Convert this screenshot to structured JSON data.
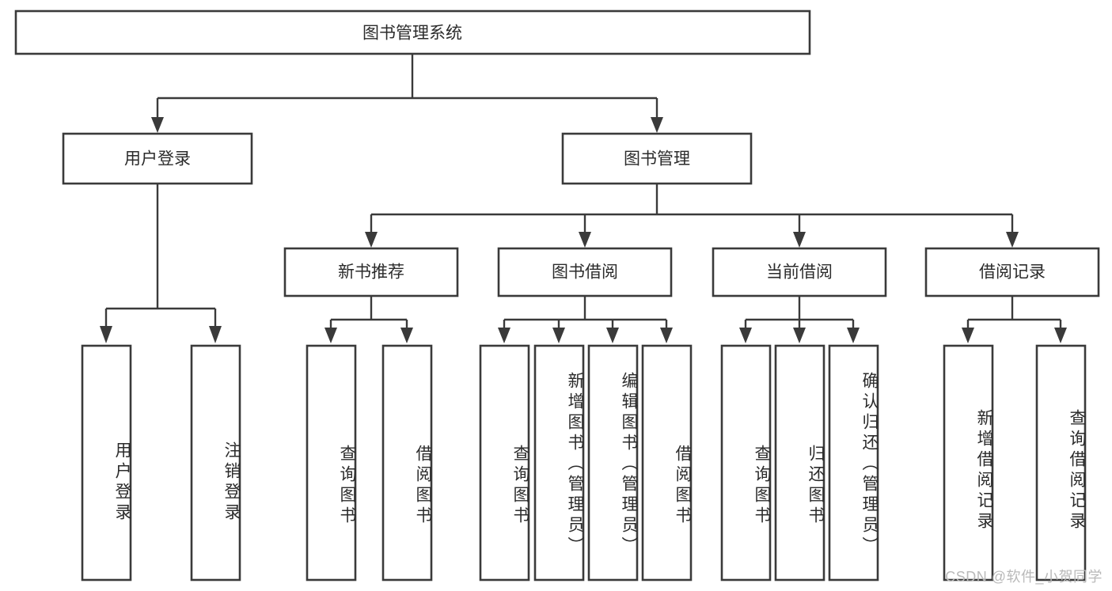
{
  "diagram": {
    "title": "图书管理系统",
    "type": "tree-hierarchy",
    "watermark": "CSDN @软件_小贺同学",
    "colors": {
      "stroke": "#3a3a3a",
      "fill": "#ffffff",
      "text": "#2b2b2b",
      "watermark": "#b9b9b9",
      "background": "#ffffff"
    },
    "root": {
      "label": "图书管理系统"
    },
    "level2": [
      {
        "label": "用户登录"
      },
      {
        "label": "图书管理"
      }
    ],
    "level3": [
      {
        "label": "新书推荐"
      },
      {
        "label": "图书借阅"
      },
      {
        "label": "当前借阅"
      },
      {
        "label": "借阅记录"
      }
    ],
    "leaves": {
      "user_login": [
        {
          "label": "用户登录"
        },
        {
          "label": "注销登录"
        }
      ],
      "new_book": [
        {
          "label": "查询图书"
        },
        {
          "label": "借阅图书"
        }
      ],
      "book_borrow": [
        {
          "label": "查询图书"
        },
        {
          "label": "新增图书（管理员）"
        },
        {
          "label": "编辑图书（管理员）"
        },
        {
          "label": "借阅图书"
        }
      ],
      "current_borrow": [
        {
          "label": "查询图书"
        },
        {
          "label": "归还图书"
        },
        {
          "label": "确认归还（管理员）"
        }
      ],
      "borrow_record": [
        {
          "label": "新增借阅记录"
        },
        {
          "label": "查询借阅记录"
        }
      ]
    }
  }
}
